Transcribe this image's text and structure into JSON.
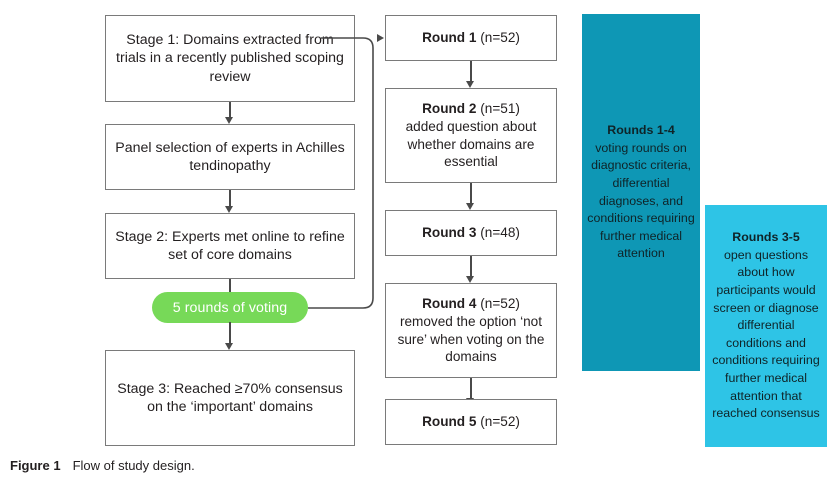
{
  "figure": {
    "caption_label": "Figure 1",
    "caption_text": "Flow of study design."
  },
  "colors": {
    "box_border": "#7a7a7a",
    "connector": "#4a4a4a",
    "pill_green": "#77d958",
    "panel_dark_teal": "#0e97b5",
    "panel_light_teal": "#2ec4e6",
    "text": "#231f20"
  },
  "left_column": {
    "stage1": "Stage 1: Domains extracted from trials in a recently published scoping review",
    "panel_selection": "Panel selection of experts in Achilles tendinopathy",
    "stage2": "Stage 2: Experts met online to refine set of core domains",
    "voting_pill": "5 rounds of voting",
    "stage3": "Stage 3: Reached ≥70% consensus on the ‘important’ domains"
  },
  "middle_column": {
    "rounds": [
      {
        "label": "Round 1",
        "n": "(n=52)",
        "detail": ""
      },
      {
        "label": "Round 2",
        "n": "(n=51)",
        "detail": "added question about whether domains are essential"
      },
      {
        "label": "Round 3",
        "n": "(n=48)",
        "detail": ""
      },
      {
        "label": "Round 4",
        "n": "(n=52)",
        "detail": "removed the option ‘not sure’ when voting on the domains"
      },
      {
        "label": "Round 5",
        "n": "(n=52)",
        "detail": ""
      }
    ]
  },
  "side_panels": [
    {
      "heading": "Rounds 1-4",
      "body": "voting rounds on diagnostic criteria, differential diagnoses, and conditions requiring further medical attention"
    },
    {
      "heading": "Rounds 3-5",
      "body": "open questions about how participants would screen or diagnose differential conditions and conditions requiring further medical attention that reached consensus"
    }
  ]
}
